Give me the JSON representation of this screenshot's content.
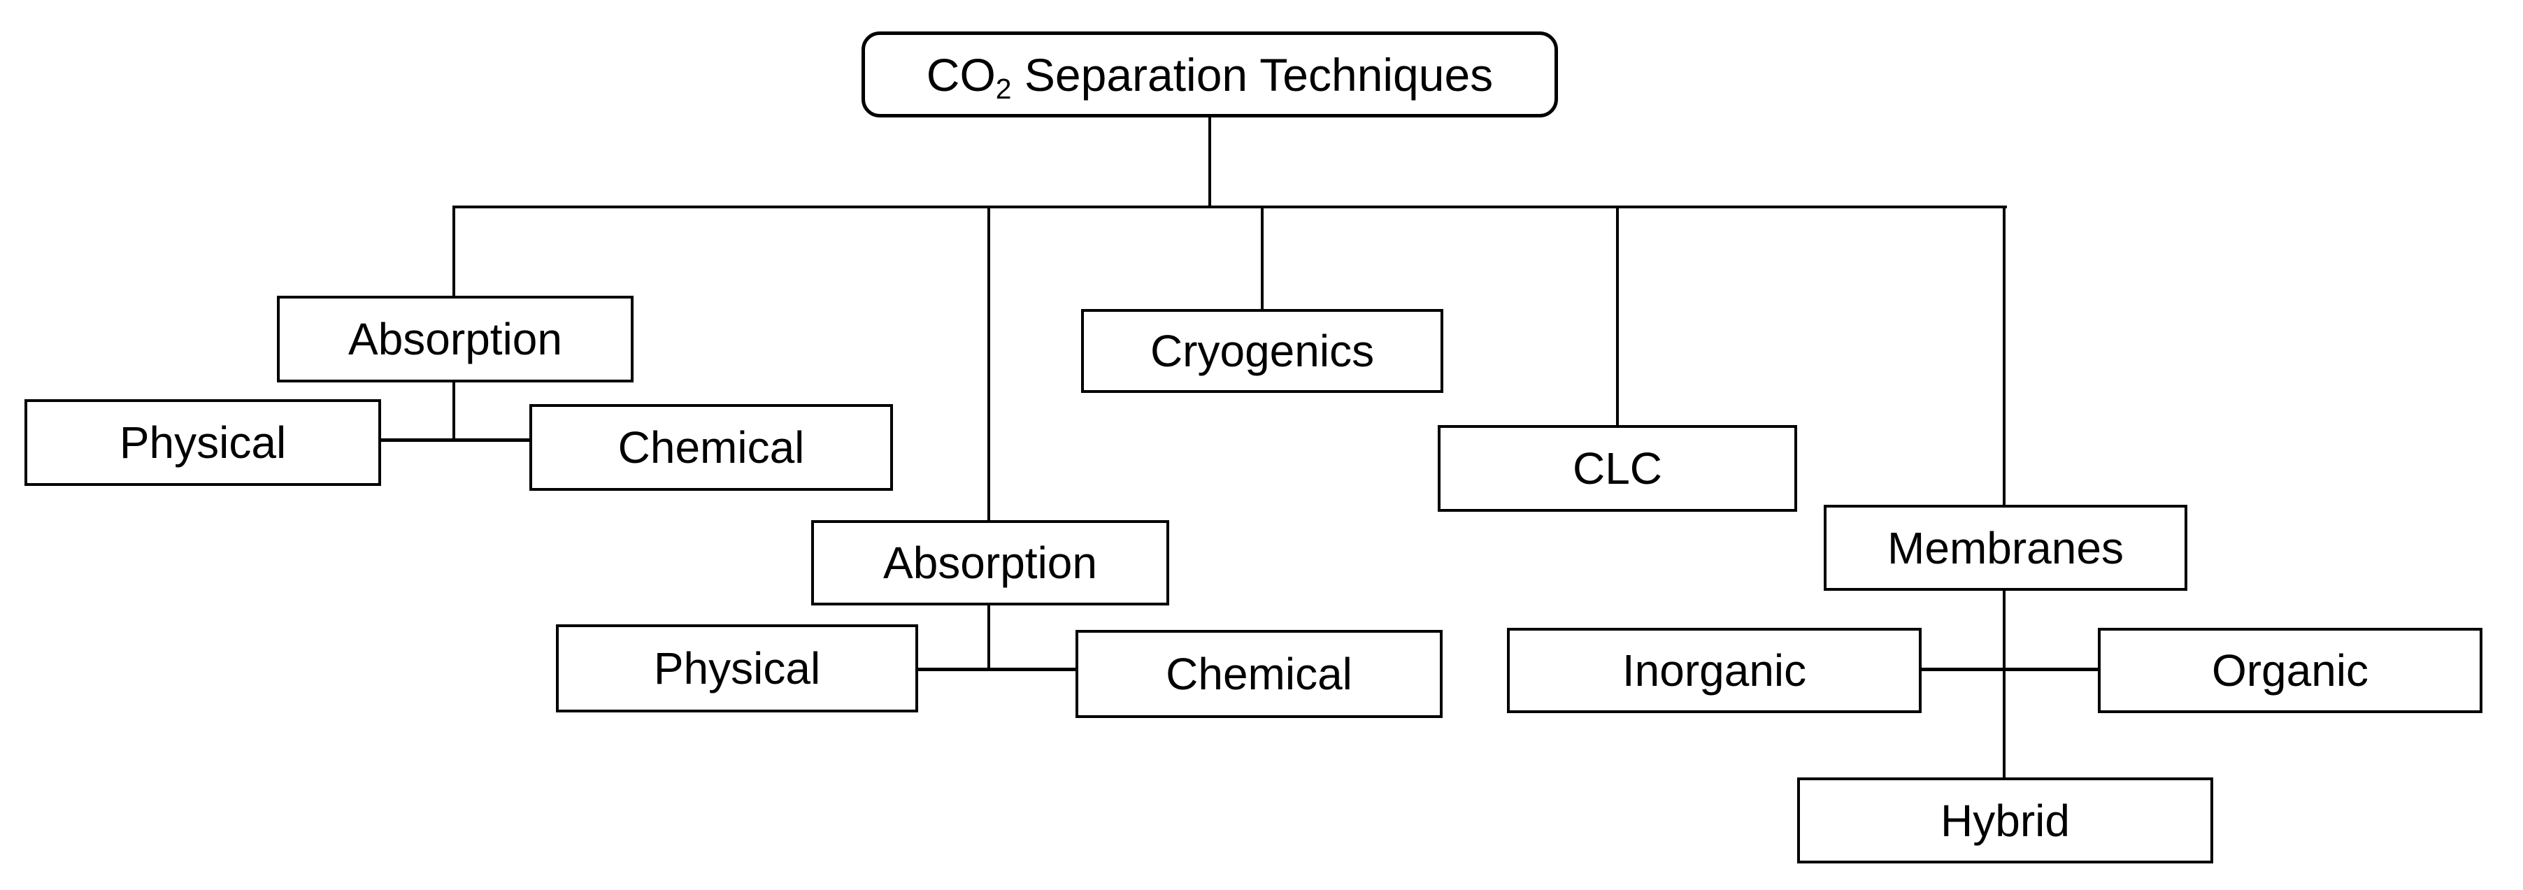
{
  "title": {
    "prefix": "CO",
    "subscript": "2",
    "suffix": " Separation Techniques"
  },
  "nodes": {
    "absorption_left": "Absorption",
    "physical_left": "Physical",
    "chemical_left": "Chemical",
    "absorption_middle": "Absorption",
    "physical_middle": "Physical",
    "chemical_middle": "Chemical",
    "cryogenics": "Cryogenics",
    "clc": "CLC",
    "membranes": "Membranes",
    "inorganic": "Inorganic",
    "organic": "Organic",
    "hybrid": "Hybrid"
  },
  "hierarchy": {
    "root": "CO2 Separation Techniques",
    "children": [
      {
        "label": "Absorption",
        "children": [
          "Physical",
          "Chemical"
        ]
      },
      {
        "label": "Absorption",
        "children": [
          "Physical",
          "Chemical"
        ]
      },
      {
        "label": "Cryogenics",
        "children": []
      },
      {
        "label": "CLC",
        "children": []
      },
      {
        "label": "Membranes",
        "children": [
          "Inorganic",
          "Organic",
          "Hybrid"
        ]
      }
    ]
  },
  "colors": {
    "background": "#ffffff",
    "box_fill": "#ffffff",
    "box_border": "#000000",
    "line": "#000000",
    "text": "#000000"
  }
}
